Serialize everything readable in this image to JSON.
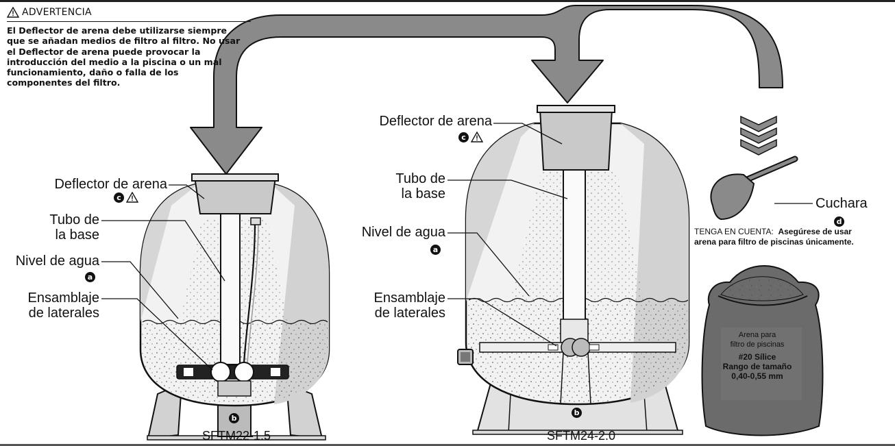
{
  "warning": {
    "title": "ADVERTENCIA",
    "icon": "warning-triangle-icon",
    "text": "El Deflector de arena debe utilizarse siempre que se añadan medios de filtro al filtro. No usar el Deflector de arena puede provocar la introducción del medio a la piscina o un mal funcionamiento, daño o falla de los componentes del filtro."
  },
  "filter_left": {
    "model": "SFTM22-1.5",
    "deflector_label": "Deflector de arena",
    "deflector_badge": "c",
    "pipe_label_1": "Tubo de",
    "pipe_label_2": "la base",
    "water_label": "Nivel de agua",
    "water_badge": "a",
    "laterals_label_1": "Ensamblaje",
    "laterals_label_2": "de laterales",
    "base_badge": "b"
  },
  "filter_right": {
    "model": "SFTM24-2.0",
    "deflector_label": "Deflector de arena",
    "deflector_badge": "c",
    "pipe_label_1": "Tubo de",
    "pipe_label_2": "la base",
    "water_label": "Nivel de agua",
    "water_badge": "a",
    "laterals_label_1": "Ensamblaje",
    "laterals_label_2": "de laterales",
    "base_badge": "b"
  },
  "scoop": {
    "label": "Cuchara",
    "badge": "d"
  },
  "note": {
    "line1_prefix": "TENGA EN CUENTA:",
    "line1_rest": "Asegúrese de usar",
    "line2": "arena para filtro de piscinas únicamente."
  },
  "bag": {
    "line1": "Arena para",
    "line2": "filtro de piscinas",
    "line3": "#20 Sílice",
    "line4": "Rango de tamaño",
    "line5": "0,40-0,55 mm"
  },
  "colors": {
    "ink": "#111111",
    "arrow_fill": "#8a8a8a",
    "tank_shade": "#d2d2d2",
    "tank_light": "#f2f2f2",
    "bag_fill": "#6b6b6b"
  }
}
